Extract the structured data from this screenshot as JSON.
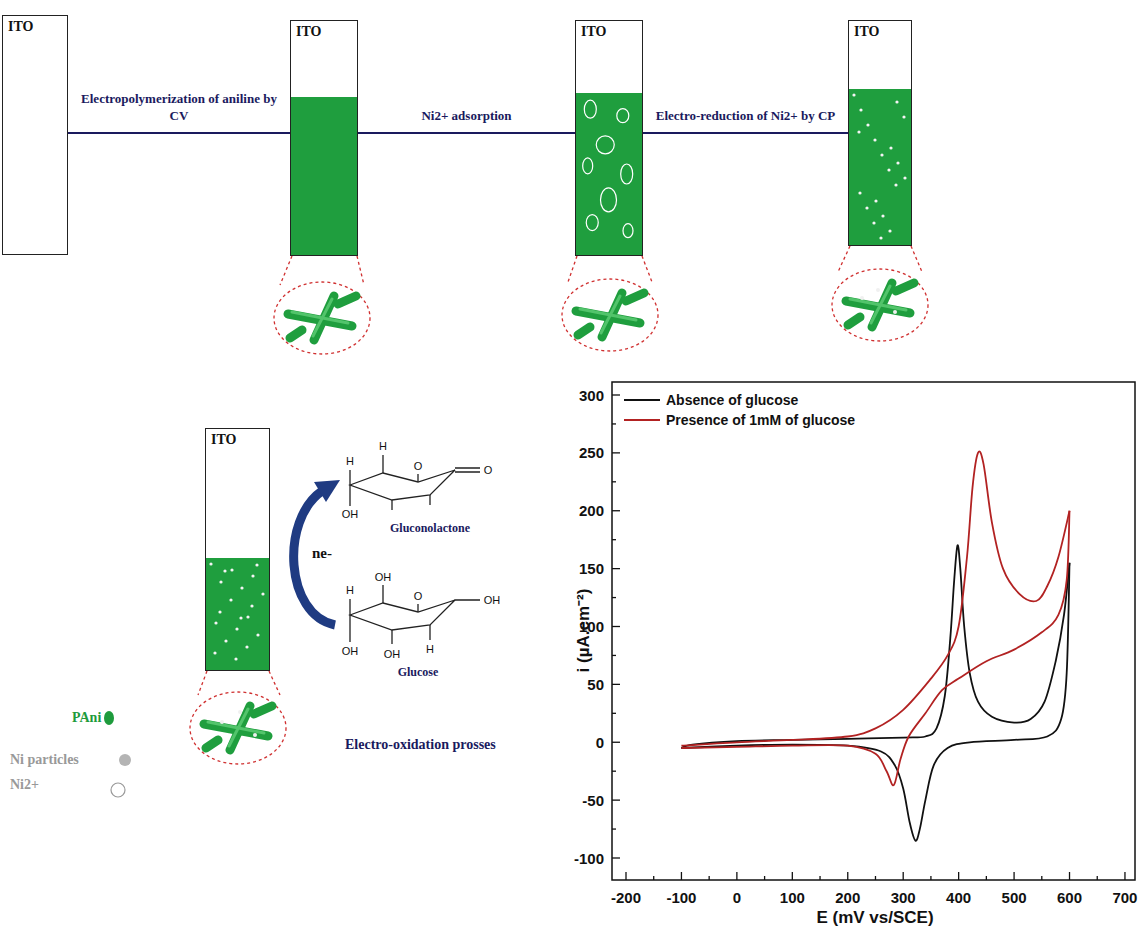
{
  "diagram": {
    "nodes": [
      {
        "text": [
          "ITO"
        ]
      },
      {
        "text": [
          "ITO"
        ]
      },
      {
        "text": [
          "ITO"
        ]
      },
      {
        "text": [
          "ITO"
        ]
      },
      {
        "text": [
          "ITO"
        ]
      }
    ],
    "edges": [
      {
        "from": 0,
        "to": 1,
        "arrow": "none",
        "label": "Electropolymerization of aniline by CV"
      },
      {
        "from": 1,
        "to": 2,
        "arrow": "none",
        "label": "Ni2+ adsorption"
      },
      {
        "from": 2,
        "to": 3,
        "arrow": "none",
        "label": "Electro-reduction of Ni2+ by CP"
      }
    ],
    "labels": [
      "Gluconolactone",
      "Glucose",
      "ne-",
      "Electro-oxidation prosses",
      "O",
      "O",
      "OH",
      "H",
      "H",
      "O",
      "OH",
      "OH",
      "OH",
      "OH",
      "H",
      "H",
      "i (µA.cm⁻²)",
      "E (mV vs/SCE)",
      "-200",
      "-100",
      "0",
      "100",
      "200",
      "300",
      "400",
      "500",
      "600",
      "700",
      "300",
      "250",
      "200",
      "150",
      "100",
      "50",
      "0",
      "-50",
      "-100"
    ],
    "legend": [
      {
        "text": "PAni",
        "color": "#1e9b3c"
      },
      {
        "text": "Ni particles",
        "color": "#b4b4b4"
      },
      {
        "text": "Ni2+"
      },
      {
        "text": "Absence of glucose"
      },
      {
        "text": "Presence of 1mM of glucose"
      }
    ]
  }
}
